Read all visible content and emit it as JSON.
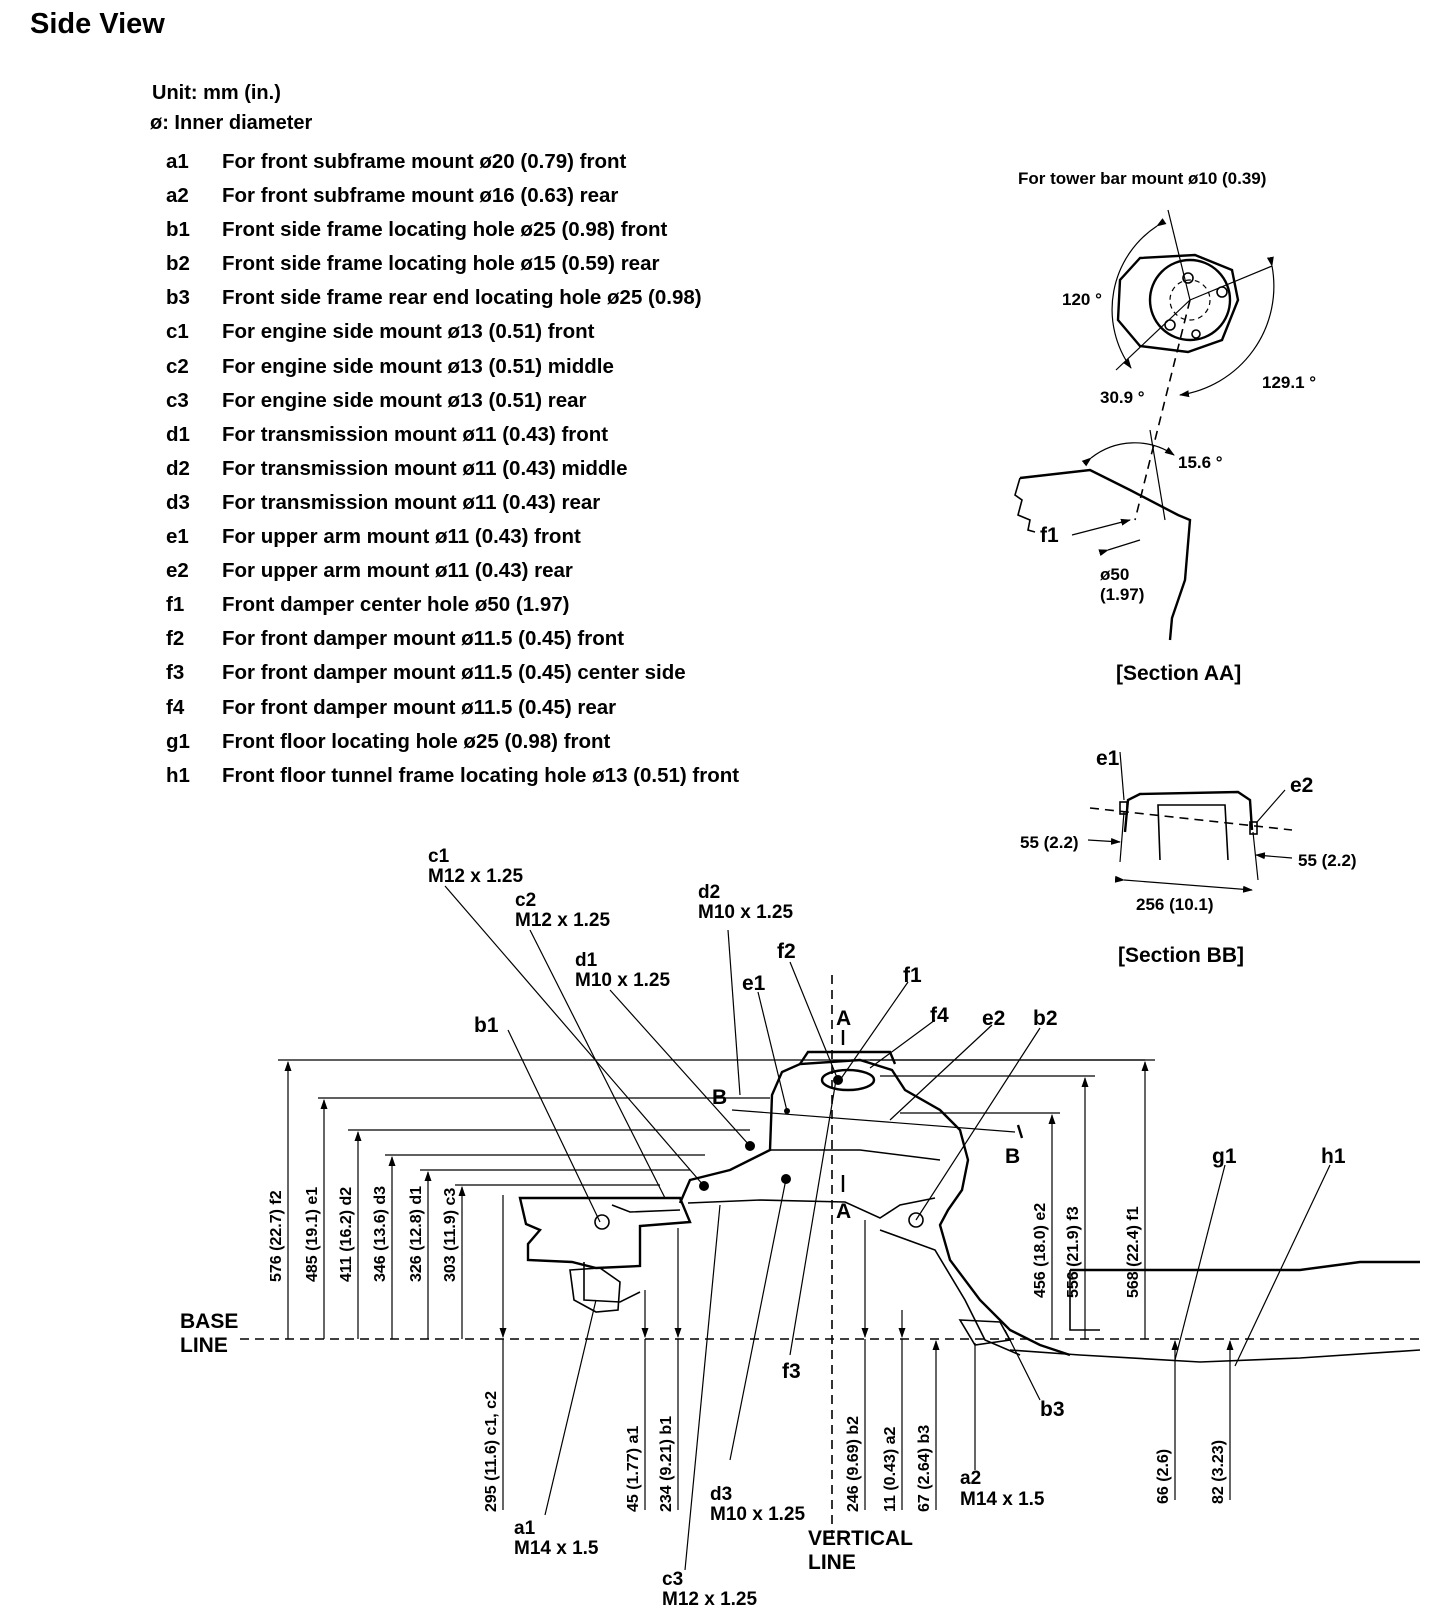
{
  "title": "Side View",
  "unit": "Unit: mm (in.)",
  "inner_diameter": "ø: Inner diameter",
  "legend": [
    {
      "code": "a1",
      "desc": "For front subframe mount ø20 (0.79) front"
    },
    {
      "code": "a2",
      "desc": "For front subframe mount ø16 (0.63) rear"
    },
    {
      "code": "b1",
      "desc": "Front side frame locating hole ø25 (0.98) front"
    },
    {
      "code": "b2",
      "desc": "Front side frame locating hole ø15 (0.59) rear"
    },
    {
      "code": "b3",
      "desc": "Front side frame rear end locating hole ø25 (0.98)"
    },
    {
      "code": "c1",
      "desc": "For engine side mount ø13 (0.51) front"
    },
    {
      "code": "c2",
      "desc": "For engine side mount ø13 (0.51) middle"
    },
    {
      "code": "c3",
      "desc": "For engine side mount ø13 (0.51) rear"
    },
    {
      "code": "d1",
      "desc": "For transmission mount ø11 (0.43) front"
    },
    {
      "code": "d2",
      "desc": "For transmission mount ø11 (0.43) middle"
    },
    {
      "code": "d3",
      "desc": "For transmission mount ø11 (0.43) rear"
    },
    {
      "code": "e1",
      "desc": "For upper arm mount ø11 (0.43) front"
    },
    {
      "code": "e2",
      "desc": "For upper arm mount ø11 (0.43) rear"
    },
    {
      "code": "f1",
      "desc": "Front damper center hole ø50 (1.97)"
    },
    {
      "code": "f2",
      "desc": "For front damper mount ø11.5 (0.45) front"
    },
    {
      "code": "f3",
      "desc": "For front damper mount ø11.5 (0.45) center side"
    },
    {
      "code": "f4",
      "desc": "For front damper mount ø11.5 (0.45) rear"
    },
    {
      "code": "g1",
      "desc": "Front floor locating hole ø25 (0.98) front"
    },
    {
      "code": "h1",
      "desc": "Front floor tunnel frame locating hole ø13 (0.51) front"
    }
  ],
  "section_aa": {
    "title": "[Section AA]",
    "tower_bar": "For tower bar mount ø10 (0.39)",
    "angle_120": "120 °",
    "angle_129": "129.1 °",
    "angle_30": "30.9 °",
    "angle_15": "15.6 °",
    "f1": "f1",
    "dia": "ø50",
    "dia_in": "(1.97)"
  },
  "section_bb": {
    "title": "[Section BB]",
    "e1": "e1",
    "e2": "e2",
    "dim_left": "55 (2.2)",
    "dim_right": "55 (2.2)",
    "dim_width": "256 (10.1)"
  },
  "callouts": {
    "c1": "c1",
    "c1_thread": "M12 x 1.25",
    "c2": "c2",
    "c2_thread": "M12 x 1.25",
    "d2": "d2",
    "d2_thread": "M10 x 1.25",
    "d1": "d1",
    "d1_thread": "M10 x 1.25",
    "f2": "f2",
    "e1": "e1",
    "f1": "f1",
    "f4": "f4",
    "e2": "e2",
    "b2": "b2",
    "b1": "b1",
    "A_top": "A",
    "A_bottom": "A",
    "B_left": "B",
    "B_right": "B",
    "g1": "g1",
    "h1": "h1",
    "f3": "f3",
    "b3": "b3",
    "a1": "a1",
    "a1_thread": "M14 x 1.5",
    "a2": "a2",
    "a2_thread": "M14 x 1.5",
    "d3": "d3",
    "d3_thread": "M10 x 1.25",
    "c3": "c3",
    "c3_thread": "M12 x 1.25"
  },
  "base_line": {
    "line1": "BASE",
    "line2": "LINE"
  },
  "vertical_line": {
    "line1": "VERTICAL",
    "line2": "LINE"
  },
  "dims_up": {
    "d576": "576 (22.7) f2",
    "d485": "485 (19.1) e1",
    "d411": "411 (16.2) d2",
    "d346": "346 (13.6) d3",
    "d326": "326 (12.8) d1",
    "d303": "303 (11.9) c3",
    "d456": "456 (18.0) e2",
    "d556": "556 (21.9) f3",
    "d568": "568 (22.4) f1"
  },
  "dims_down": {
    "d295": "295 (11.6) c1, c2",
    "d45": "45 (1.77) a1",
    "d234": "234 (9.21) b1",
    "d246": "246 (9.69) b2",
    "d11": "11 (0.43) a2",
    "d67": "67 (2.64) b3",
    "d66": "66 (2.6)",
    "d82": "82 (3.23)"
  }
}
